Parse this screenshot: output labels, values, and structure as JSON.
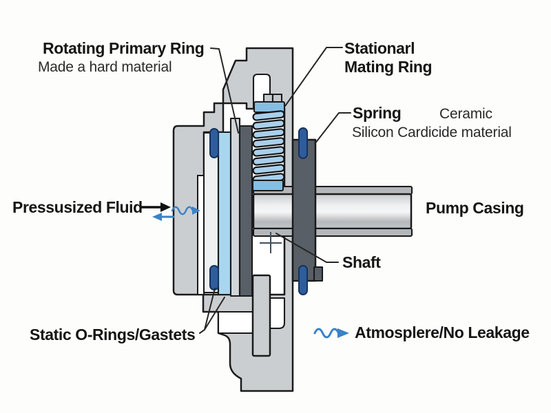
{
  "diagram": {
    "type": "mechanical-seal-cross-section",
    "labels": {
      "rotating_primary_ring": {
        "line1": "Rotating Primary Ring",
        "line2": "Made a hard material"
      },
      "stationary_mating_ring": {
        "line1": "Stationarl",
        "line2": "Mating Ring"
      },
      "spring": {
        "label": "Spring",
        "material_line1": "Ceramic",
        "material_line2": "Silicon Cardicide material"
      },
      "pressurized_fluid": "Pressusized Fluid",
      "pump_casing": "Pump Casing",
      "shaft": "Shaft",
      "static_orings": "Static O-Rings/Gastets",
      "atmosphere": "Atmosplere/No Leakage"
    },
    "colors": {
      "housing_gray": "#cbced1",
      "dark_part_gray": "#585f66",
      "pale_bar": "#eef0f1",
      "light_blue_bar": "#a9d6ef",
      "pale_gray_bar": "#d3d6d9",
      "spring_coil": "#a8d0eb",
      "spring_cap": "#85bee2",
      "oring_blue": "#2f5d9c",
      "flow_blue": "#3b82c6",
      "tab_gray": "#c6c9cb",
      "plate_gray": "#cbced1"
    }
  }
}
